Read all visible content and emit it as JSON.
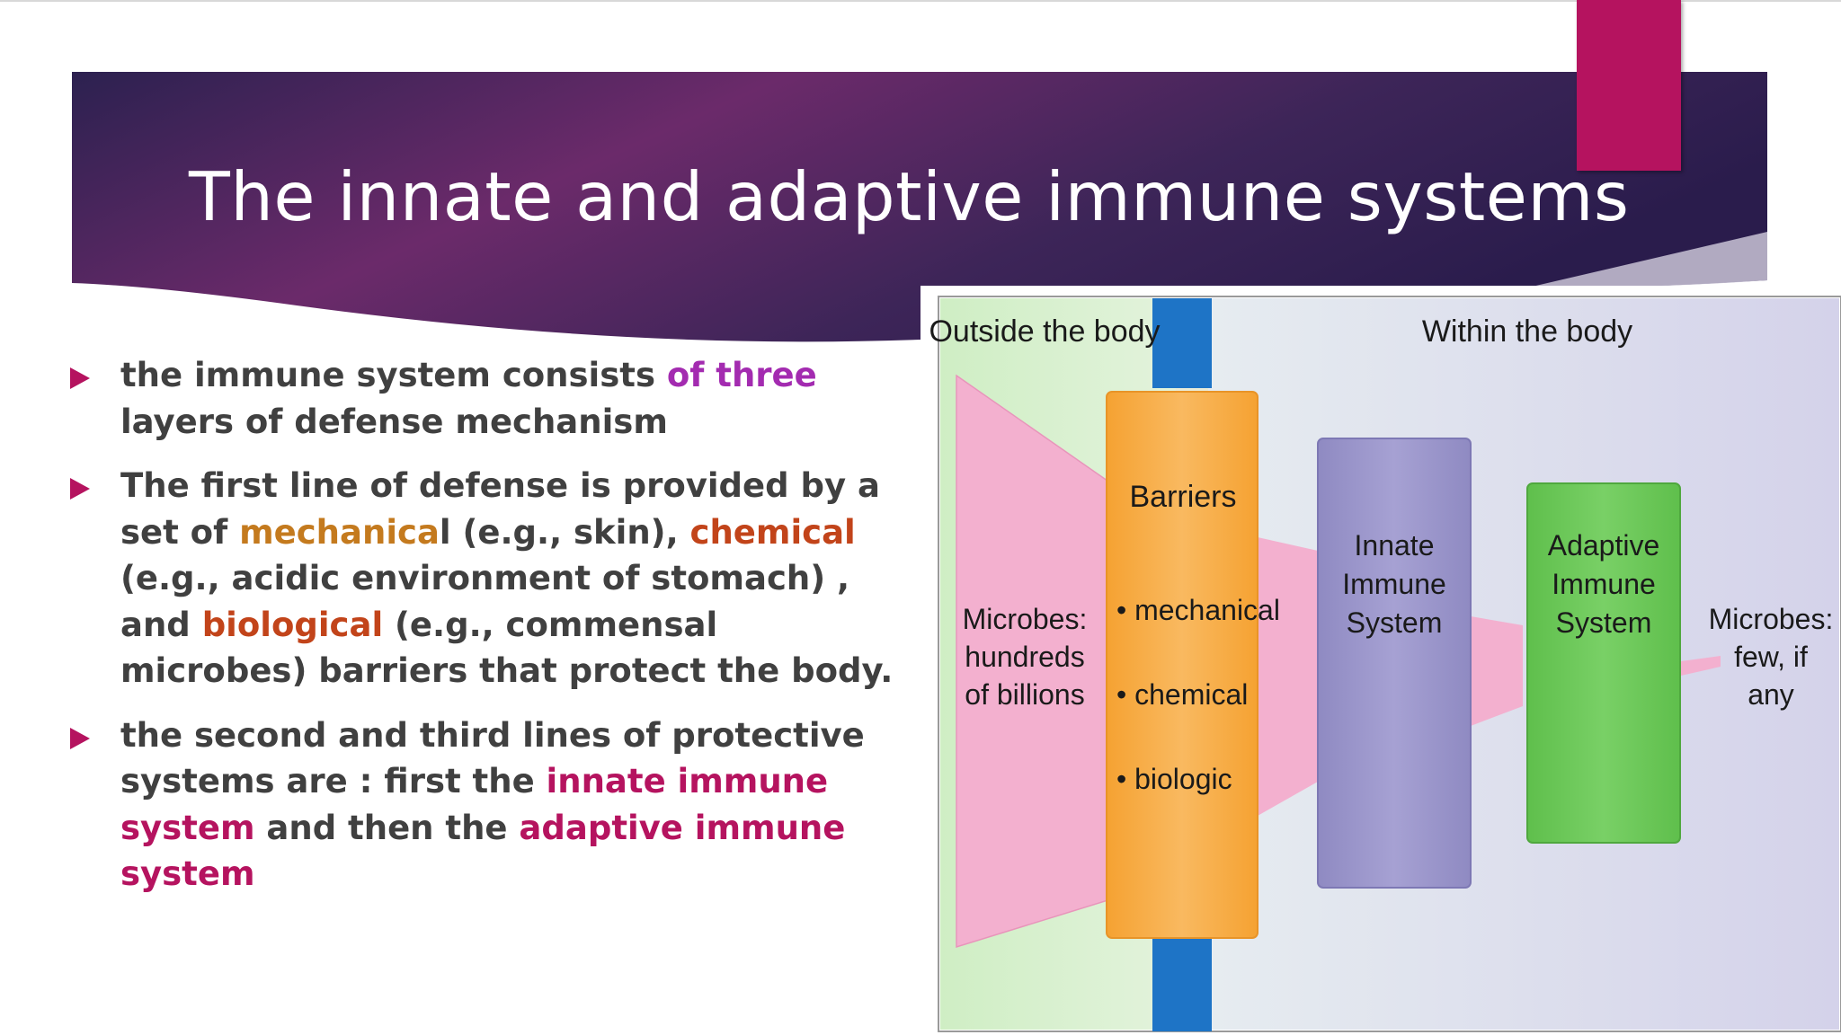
{
  "slide": {
    "title": "The innate and adaptive immune systems",
    "colors": {
      "banner_dark": "#2a1c4e",
      "banner_mid": "#6a2868",
      "accent": "#b5135f",
      "text": "#404040"
    },
    "bullets": [
      {
        "parts": [
          {
            "text": "the immune system consists ",
            "color": ""
          },
          {
            "text": "of three",
            "color": "purple"
          },
          {
            "text": " layers of defense mechanism",
            "color": ""
          }
        ]
      },
      {
        "parts": [
          {
            "text": "The first line of defense is provided by a set of ",
            "color": ""
          },
          {
            "text": "mechanica",
            "color": "orange"
          },
          {
            "text": "l (e.g., skin), ",
            "color": ""
          },
          {
            "text": "chemical",
            "color": "red"
          },
          {
            "text": " (e.g., acidic environment of stomach) , and ",
            "color": ""
          },
          {
            "text": "biological",
            "color": "red"
          },
          {
            "text": " (e.g., commensal microbes) barriers that protect the body.",
            "color": ""
          }
        ]
      },
      {
        "parts": [
          {
            "text": "the second and third lines of protective systems are : first the ",
            "color": ""
          },
          {
            "text": "innate immune system",
            "color": "magenta"
          },
          {
            "text": " and then the ",
            "color": ""
          },
          {
            "text": "adaptive immune system",
            "color": "magenta"
          }
        ]
      }
    ]
  },
  "diagram": {
    "outside_label": "Outside the body",
    "within_label": "Within the body",
    "microbes_left": [
      "Microbes:",
      "hundreds",
      "of billions"
    ],
    "barriers_title": "Barriers",
    "barrier_items": [
      "• mechanical",
      "• chemical",
      "• biologic"
    ],
    "innate_box": [
      "Innate",
      "Immune",
      "System"
    ],
    "adaptive_box": [
      "Adaptive",
      "Immune",
      "System"
    ],
    "microbes_right": [
      "Microbes:",
      "few, if",
      "any"
    ],
    "colors": {
      "outside_bg": "#d3efc9",
      "inside_bg": "#dcdcec",
      "membrane": "#1e74c6",
      "funnel": "#f3b0cf",
      "barriers": "#f7ad45",
      "innate": "#9c97cc",
      "adaptive": "#6cc75a"
    }
  }
}
